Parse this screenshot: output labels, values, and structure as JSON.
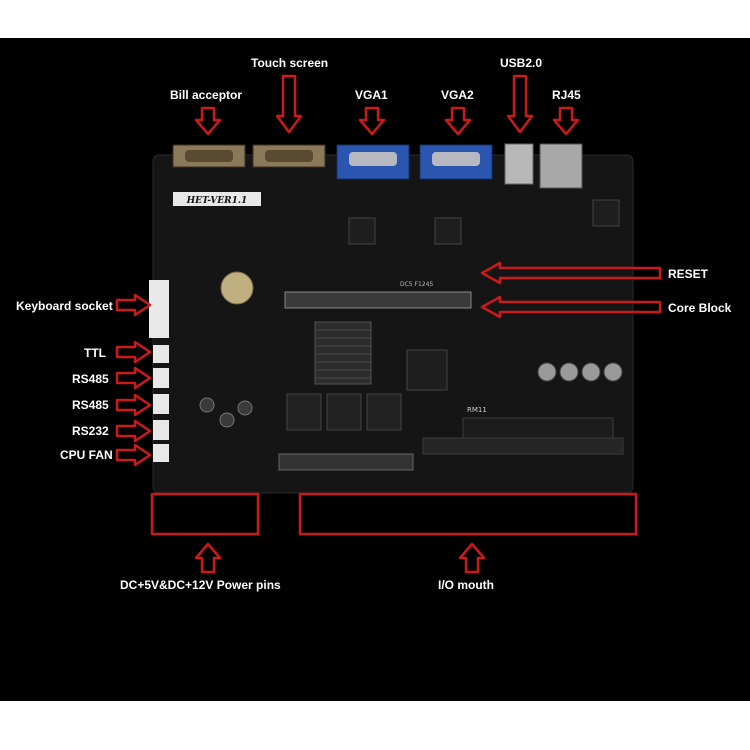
{
  "board_text": {
    "silk_label": "HET-VER1.1",
    "chip_label": "RM11",
    "small_label": "DC5 F1245"
  },
  "labels": {
    "bill_acceptor": "Bill acceptor",
    "touch_screen": "Touch screen",
    "vga1": "VGA1",
    "vga2": "VGA2",
    "usb": "USB2.0",
    "rj45": "RJ45",
    "reset": "RESET",
    "core_block": "Core Block",
    "keyboard_socket": "Keyboard socket",
    "ttl": "TTL",
    "rs485_a": "RS485",
    "rs485_b": "RS485",
    "rs232": "RS232",
    "cpu_fan": "CPU FAN",
    "power_pins": "DC+5V&DC+12V Power pins",
    "io_mouth": "I/O  mouth"
  },
  "colors": {
    "background": "#000000",
    "arrow": "#cc1a1a",
    "board": "#151515",
    "gold": "#c9902a",
    "vga_blue": "#2a56b0",
    "label": "#ffffff"
  }
}
